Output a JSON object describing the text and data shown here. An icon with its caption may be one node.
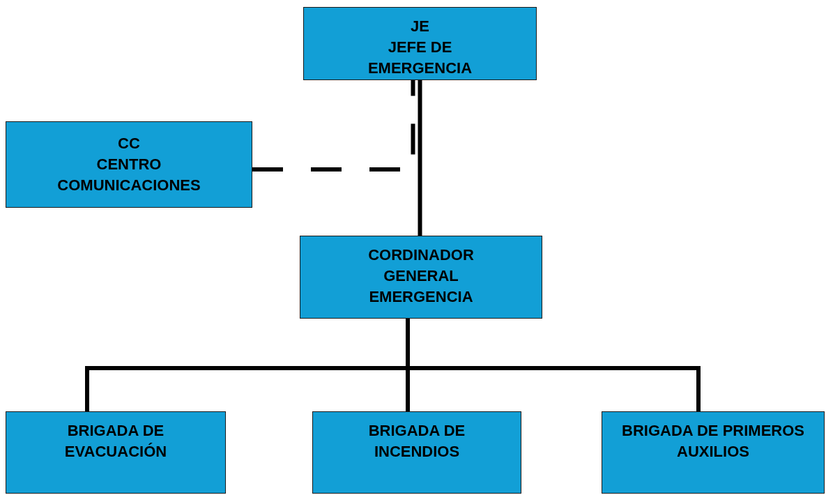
{
  "diagram": {
    "nodes": [
      {
        "text": [
          "JE",
          "JEFE DE EMERGENCIA"
        ]
      },
      {
        "text": [
          "CC",
          "CENTRO COMUNICACIONES"
        ]
      },
      {
        "text": [
          "CORDINADOR GENERAL EMERGENCIA"
        ]
      },
      {
        "text": [
          "BRIGADA DE EVACUACIÓN"
        ]
      },
      {
        "text": [
          "BRIGADA DE INCENDIOS"
        ]
      },
      {
        "text": [
          "BRIGADA DE PRIMEROS AUXILIOS"
        ]
      }
    ],
    "edges": [
      {
        "from": 0,
        "to": 2,
        "arrow": "none"
      },
      {
        "from": 1,
        "to": 0,
        "arrow": "none",
        "style": "dashed"
      },
      {
        "from": 2,
        "to": 3,
        "arrow": "none"
      },
      {
        "from": 2,
        "to": 4,
        "arrow": "none"
      },
      {
        "from": 2,
        "to": 5,
        "arrow": "none"
      }
    ]
  }
}
